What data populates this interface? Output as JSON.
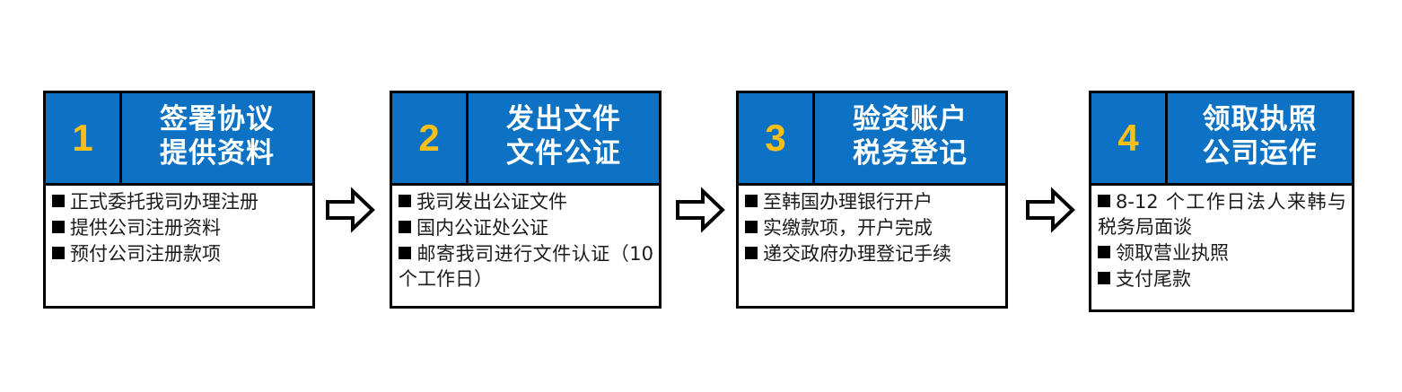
{
  "diagram": {
    "type": "process-flow",
    "orientation": "horizontal",
    "colors": {
      "header_blue": "#0d72c4",
      "number_yellow": "#f7bf17",
      "title_text": "#ffffff",
      "body_text": "#1b1b1b",
      "border": "#000000",
      "background": "#ffffff"
    },
    "connector_icon": "right-block-arrow-icon",
    "steps": [
      {
        "number": "1",
        "title_lines": [
          "签署协议",
          "提供资料"
        ],
        "items": [
          "正式委托我司办理注册",
          "提供公司注册资料",
          "预付公司注册款项"
        ]
      },
      {
        "number": "2",
        "title_lines": [
          "发出文件",
          "文件公证"
        ],
        "items": [
          "我司发出公证文件",
          "国内公证处公证",
          "邮寄我司进行文件认证（10 个工作日）"
        ]
      },
      {
        "number": "3",
        "title_lines": [
          "验资账户",
          "税务登记"
        ],
        "items": [
          "至韩国办理银行开户",
          "实缴款项，开户完成",
          "递交政府办理登记手续"
        ]
      },
      {
        "number": "4",
        "title_lines": [
          "领取执照",
          "公司运作"
        ],
        "items": [
          "8-12 个工作日法人来韩与税务局面谈",
          "领取营业执照",
          "支付尾款"
        ]
      }
    ]
  }
}
